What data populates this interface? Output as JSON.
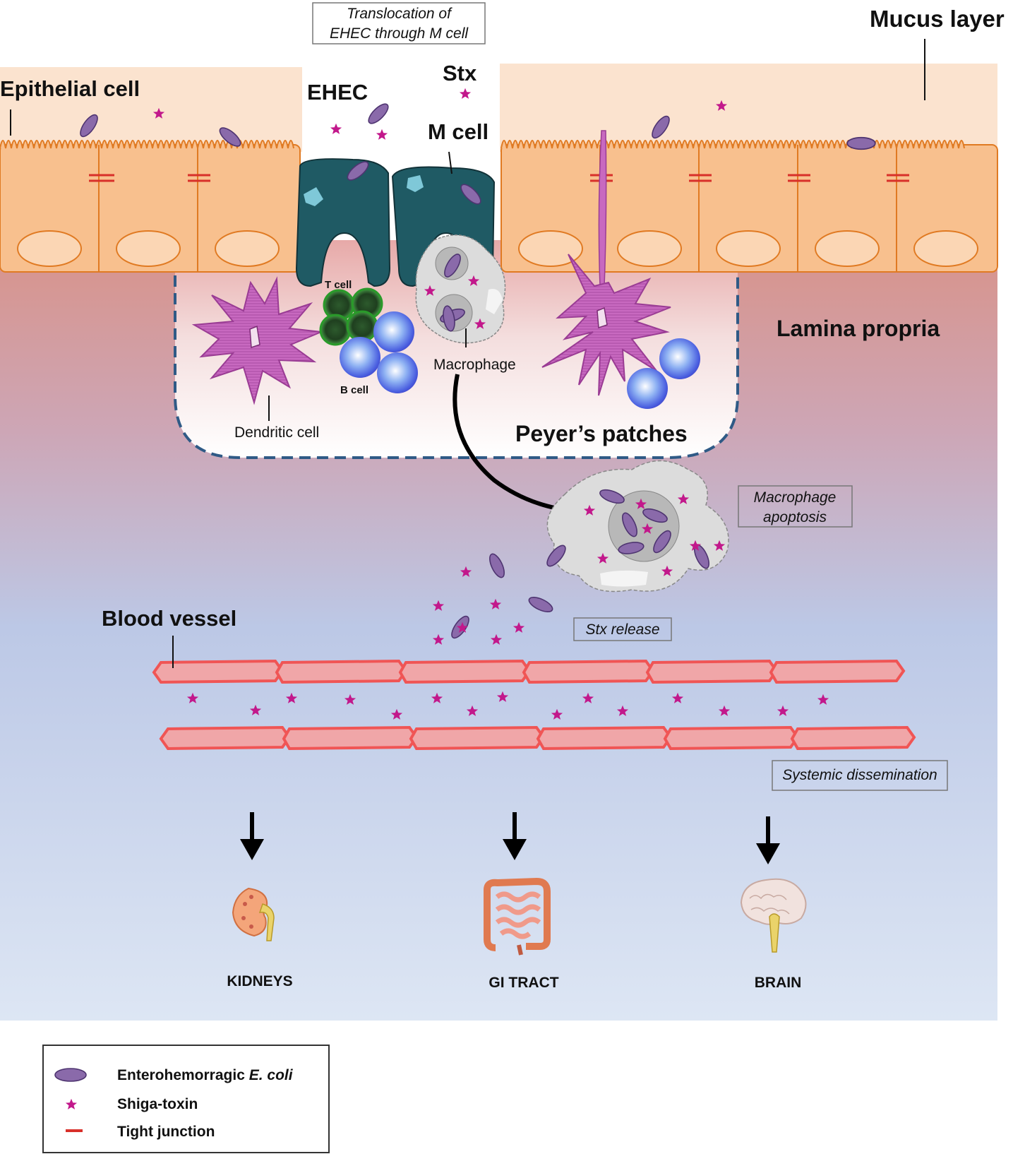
{
  "labels": {
    "translocation": [
      "Translocation of",
      "EHEC through M cell"
    ],
    "mucus_layer": "Mucus layer",
    "epithelial_cell": "Epithelial cell",
    "ehec": "EHEC",
    "stx": "Stx",
    "m_cell": "M cell",
    "lamina_propria": "Lamina propria",
    "t_cell": "T cell",
    "b_cell": "B cell",
    "macrophage": "Macrophage",
    "dendritic_cell": "Dendritic cell",
    "peyers_patches": "Peyer’s patches",
    "macrophage_apoptosis": [
      "Macrophage",
      "apoptosis"
    ],
    "stx_release": "Stx release",
    "blood_vessel": "Blood vessel",
    "systemic_dissemination": "Systemic dissemination",
    "kidneys": "KIDNEYS",
    "gi_tract": "GI TRACT",
    "brain": "BRAIN"
  },
  "legend": {
    "ehec_prefix": "Enterohemorragic ",
    "ehec_italic": "E. coli",
    "shiga_toxin": "Shiga-toxin",
    "tight_junction": "Tight junction"
  },
  "colors": {
    "ehec": "#8a6aaa",
    "toxin": "#c2188b",
    "tight_junction": "#d8302a",
    "epithelium": "#f8c08e",
    "m_cell": "#1f5a64",
    "vessel": "#f07070"
  },
  "icons": [
    "kidney-icon",
    "intestine-icon",
    "brain-icon",
    "arrow-down-icon"
  ]
}
